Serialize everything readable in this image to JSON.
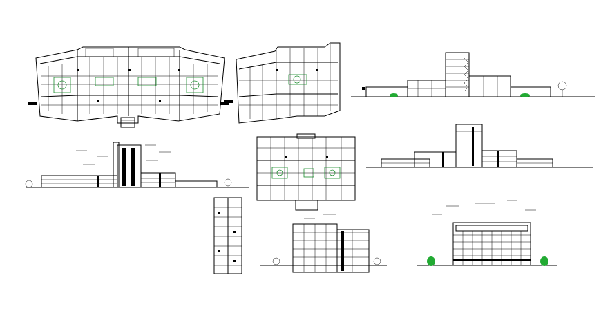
{
  "drawing": {
    "background": "#ffffff",
    "line_color": "#000000",
    "vegetation_color": "#22aa33",
    "views": [
      {
        "id": "floor-plan-wide",
        "kind": "floor plan"
      },
      {
        "id": "floor-plan-wing",
        "kind": "floor plan"
      },
      {
        "id": "section-long",
        "kind": "section"
      },
      {
        "id": "elevation-left",
        "kind": "elevation"
      },
      {
        "id": "floor-plan-central",
        "kind": "floor plan"
      },
      {
        "id": "elevation-right",
        "kind": "elevation"
      },
      {
        "id": "floor-plan-tower",
        "kind": "floor plan"
      },
      {
        "id": "elevation-block",
        "kind": "elevation"
      },
      {
        "id": "elevation-front",
        "kind": "elevation"
      }
    ]
  }
}
